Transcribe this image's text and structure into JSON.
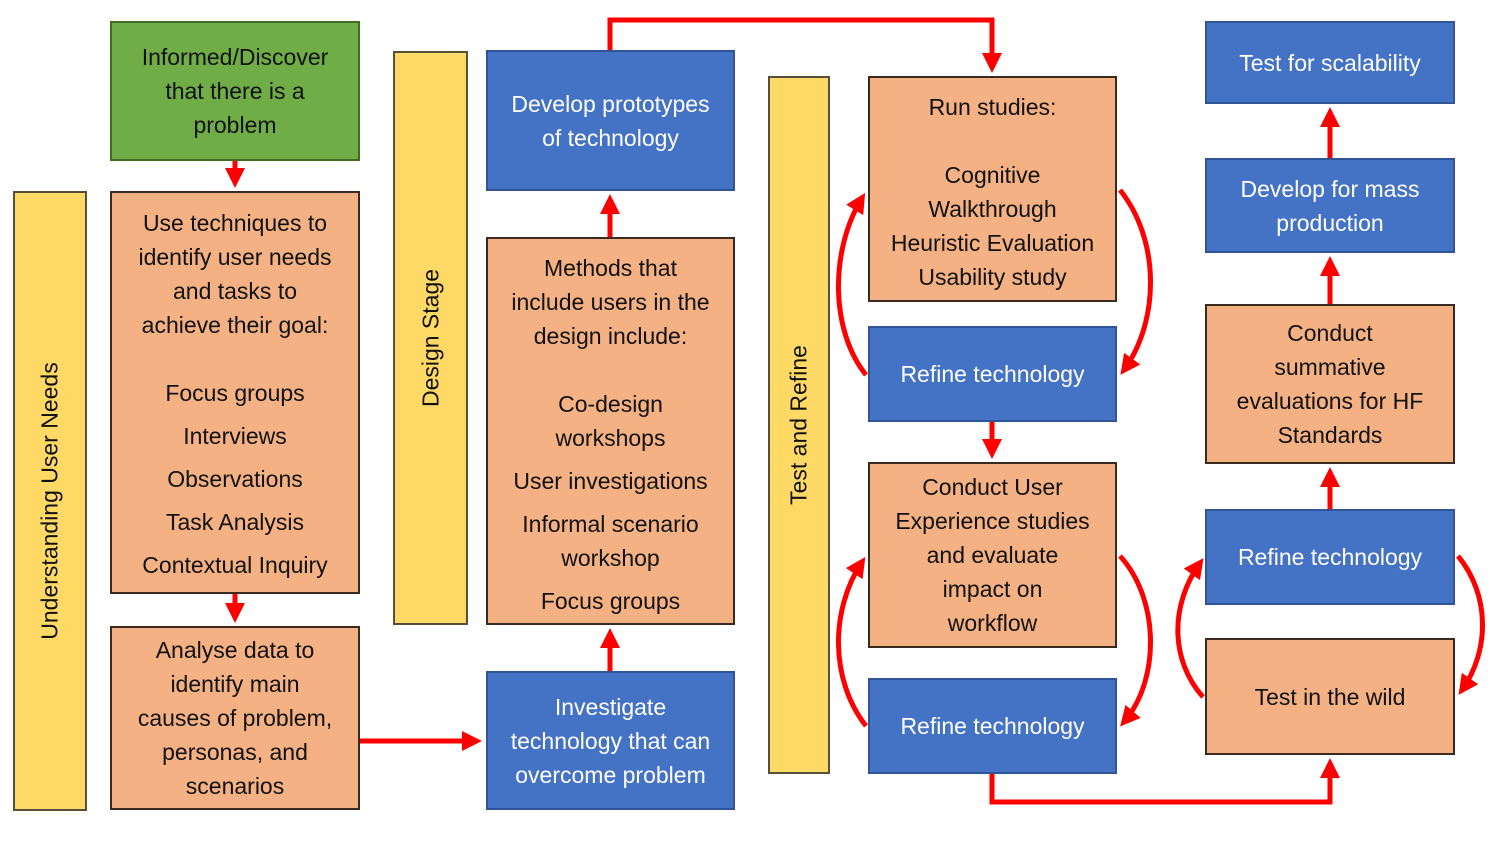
{
  "stages": {
    "understanding": "Understanding User Needs",
    "design": "Design Stage",
    "test_refine": "Test and Refine"
  },
  "boxes": {
    "informed": [
      "Informed/Discover",
      "that there is a",
      "problem"
    ],
    "techniques_intro": [
      "Use techniques to",
      "identify user needs",
      "and tasks to",
      "achieve their goal:"
    ],
    "techniques_list": [
      "Focus groups",
      "Interviews",
      "Observations",
      "Task Analysis",
      "Contextual Inquiry"
    ],
    "analyse": [
      "Analyse data to",
      "identify main",
      "causes of problem,",
      "personas, and",
      "scenarios"
    ],
    "prototypes": [
      "Develop prototypes",
      "of technology"
    ],
    "methods_intro": [
      "Methods that",
      "include users in the",
      "design include:"
    ],
    "methods_list": [
      "Co-design",
      "workshops",
      "User investigations",
      "Informal scenario",
      "workshop",
      "Focus groups"
    ],
    "investigate": [
      "Investigate",
      "technology that can",
      "overcome problem"
    ],
    "run_studies_title": "Run studies:",
    "run_studies_list": [
      "Cognitive",
      "Walkthrough",
      "Heuristic Evaluation",
      "Usability study"
    ],
    "refine_1": "Refine technology",
    "ux_studies": [
      "Conduct User",
      "Experience studies",
      "and evaluate",
      "impact on",
      "workflow"
    ],
    "refine_2": "Refine technology",
    "scalability": "Test for scalability",
    "mass_production": [
      "Develop for mass",
      "production"
    ],
    "summative": [
      "Conduct",
      "summative",
      "evaluations for HF",
      "Standards"
    ],
    "refine_3": "Refine technology",
    "wild": "Test in the wild"
  },
  "colors": {
    "arrow": "#ff0000",
    "green": "#70ad47",
    "orange": "#f4b183",
    "blue": "#4472c4",
    "yellow": "#ffd966"
  }
}
